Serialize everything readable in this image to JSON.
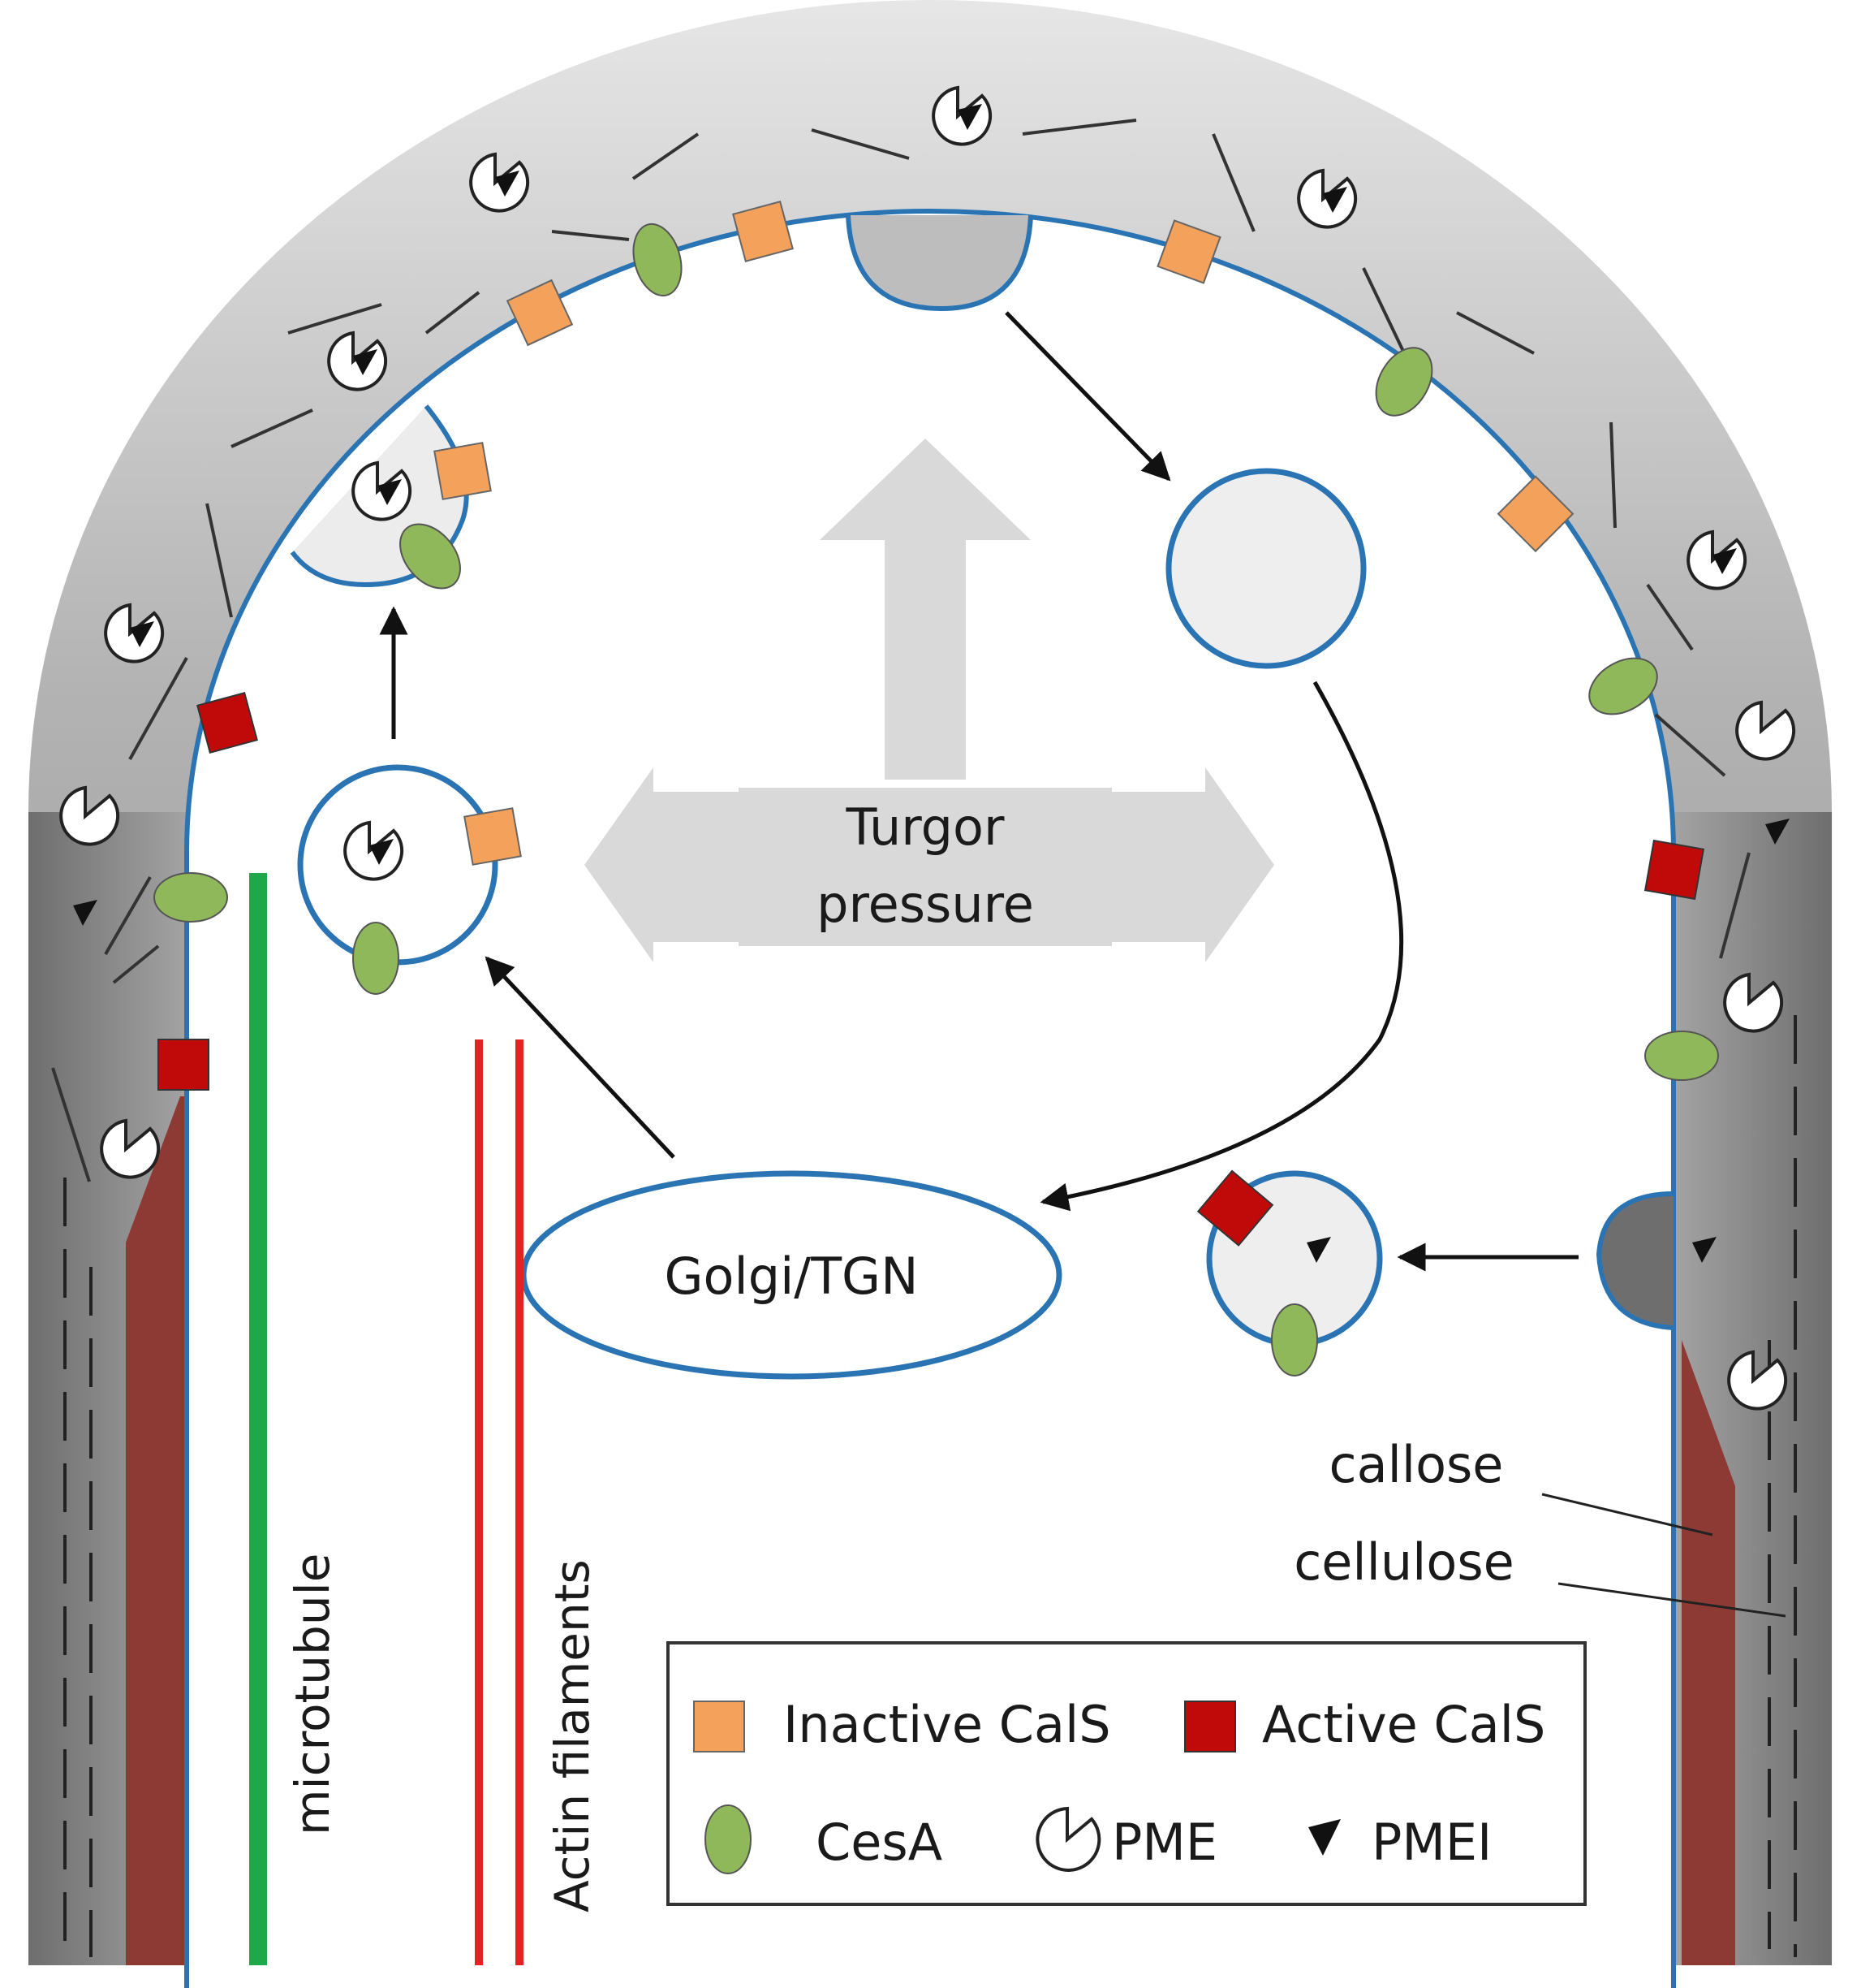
{
  "labels": {
    "turgor_line1": "Turgor",
    "turgor_line2": "pressure",
    "golgi": "Golgi/TGN",
    "microtubule": "microtubule",
    "actin": "Actin filaments",
    "callose": "callose",
    "cellulose": "cellulose"
  },
  "legend": {
    "inactive_cals": "Inactive CalS",
    "active_cals": "Active CalS",
    "cesa": "CesA",
    "pme": "PME",
    "pmei": "PMEI"
  },
  "colors": {
    "wall_gray": "#9a9a9a",
    "membrane_blue": "#2a74b4",
    "inactive_cals": "#f4a15c",
    "active_cals": "#c00a0a",
    "cesa": "#8fb85a",
    "callose": "#8e3a34",
    "microtubule": "#1ea84a",
    "actin": "#e32222",
    "turgor_arrow": "#d9d9d9"
  }
}
